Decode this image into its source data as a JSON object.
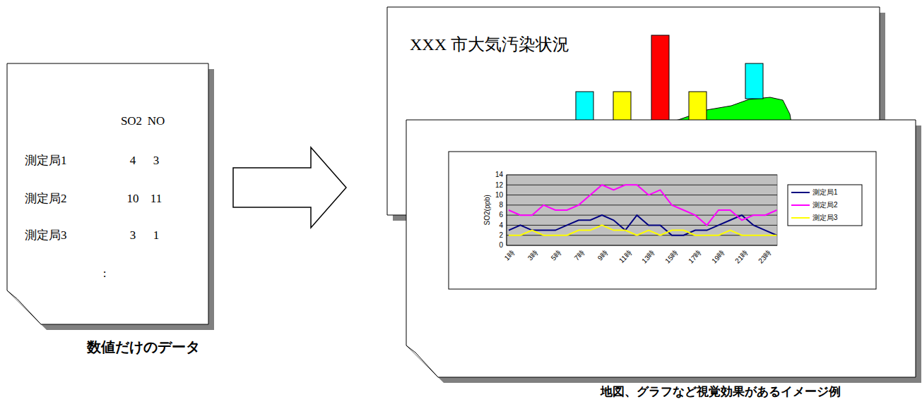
{
  "diagram": {
    "nodes": [
      {
        "text": [
          "SO2",
          "NO",
          "測定局1",
          "4",
          "3",
          "測定局2",
          "10",
          "11",
          "測定局3",
          "3",
          "1",
          ":"
        ]
      },
      {
        "text": [
          "XXX 市大気汚染状況"
        ]
      }
    ],
    "edges": [
      {
        "from": 0,
        "to": 1,
        "arrow": "to"
      }
    ],
    "labels": [
      "数値だけのデータ",
      "地図、グラフなど視覚効果があるイメージ例",
      "14",
      "12",
      "10",
      "8",
      "6",
      "4",
      "2",
      "0",
      "SO2(ppb)",
      "1時",
      "3時",
      "5時",
      "7時",
      "9時",
      "11時",
      "13時",
      "15時",
      "17時",
      "19時",
      "21時",
      "23時"
    ],
    "legend": [
      {
        "text": "測定局1"
      },
      {
        "text": "測定局2"
      },
      {
        "text": "測定局3"
      }
    ]
  }
}
